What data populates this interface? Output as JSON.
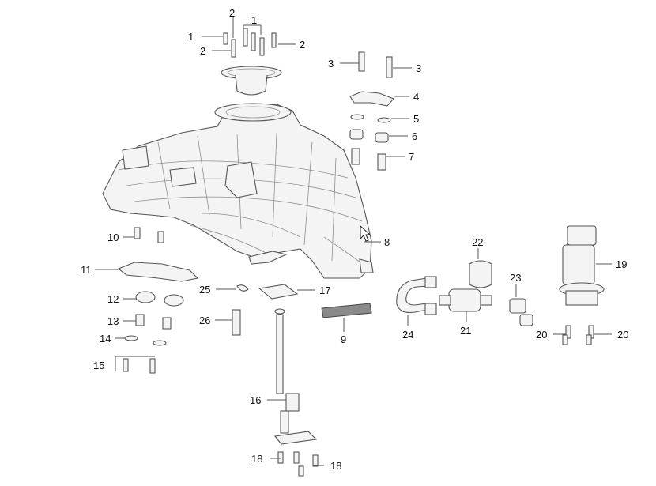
{
  "callouts": [
    {
      "id": "c1a",
      "text": "1"
    },
    {
      "id": "c1b",
      "text": "1"
    },
    {
      "id": "c2a",
      "text": "2"
    },
    {
      "id": "c2b",
      "text": "2"
    },
    {
      "id": "c2c",
      "text": "2"
    },
    {
      "id": "c3a",
      "text": "3"
    },
    {
      "id": "c3b",
      "text": "3"
    },
    {
      "id": "c4",
      "text": "4"
    },
    {
      "id": "c5",
      "text": "5"
    },
    {
      "id": "c6",
      "text": "6"
    },
    {
      "id": "c7",
      "text": "7"
    },
    {
      "id": "c8",
      "text": "8"
    },
    {
      "id": "c9",
      "text": "9"
    },
    {
      "id": "c10",
      "text": "10"
    },
    {
      "id": "c11",
      "text": "11"
    },
    {
      "id": "c12",
      "text": "12"
    },
    {
      "id": "c13",
      "text": "13"
    },
    {
      "id": "c14",
      "text": "14"
    },
    {
      "id": "c15",
      "text": "15"
    },
    {
      "id": "c16",
      "text": "16"
    },
    {
      "id": "c17",
      "text": "17"
    },
    {
      "id": "c18a",
      "text": "18"
    },
    {
      "id": "c18b",
      "text": "18"
    },
    {
      "id": "c19",
      "text": "19"
    },
    {
      "id": "c20a",
      "text": "20"
    },
    {
      "id": "c20b",
      "text": "20"
    },
    {
      "id": "c21",
      "text": "21"
    },
    {
      "id": "c22",
      "text": "22"
    },
    {
      "id": "c23",
      "text": "23"
    },
    {
      "id": "c24",
      "text": "24"
    },
    {
      "id": "c25",
      "text": "25"
    },
    {
      "id": "c26",
      "text": "26"
    }
  ]
}
